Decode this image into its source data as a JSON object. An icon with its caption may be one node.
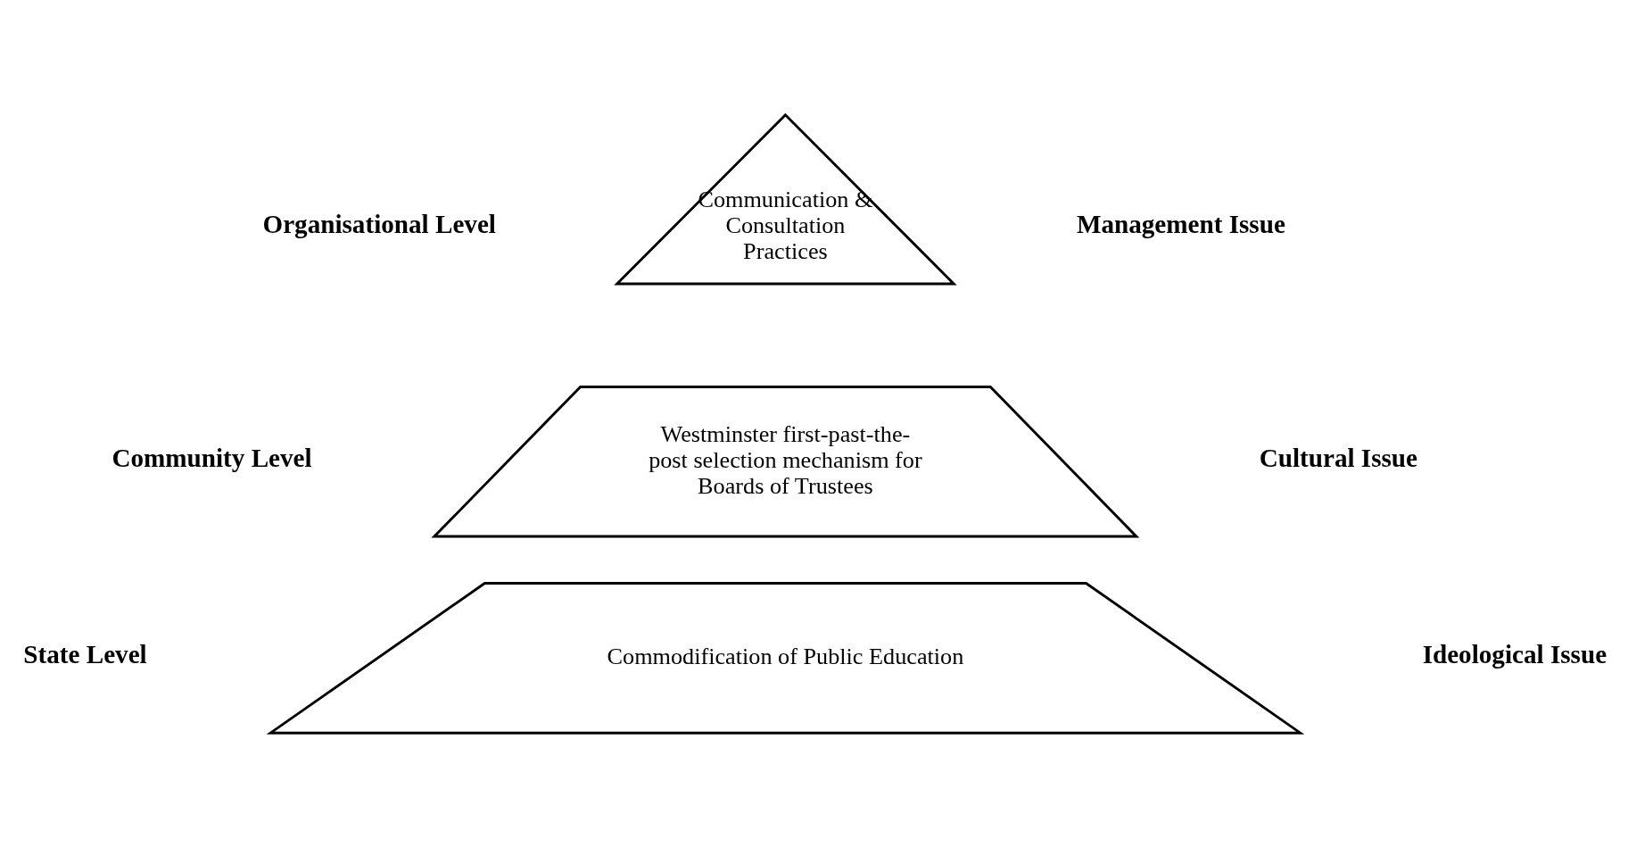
{
  "diagram": {
    "nodes": [
      {
        "text": [
          "Communication & Consultation Practices"
        ]
      },
      {
        "text": [
          "Westminster first-past-the-post selection mechanism for Boards of Trustees"
        ]
      },
      {
        "text": [
          "Commodification of Public Education"
        ]
      }
    ],
    "labels": [
      "Organisational Level",
      "Management Issue",
      "Community Level",
      "Cultural Issue",
      "State Level",
      "Ideological Issue"
    ]
  }
}
